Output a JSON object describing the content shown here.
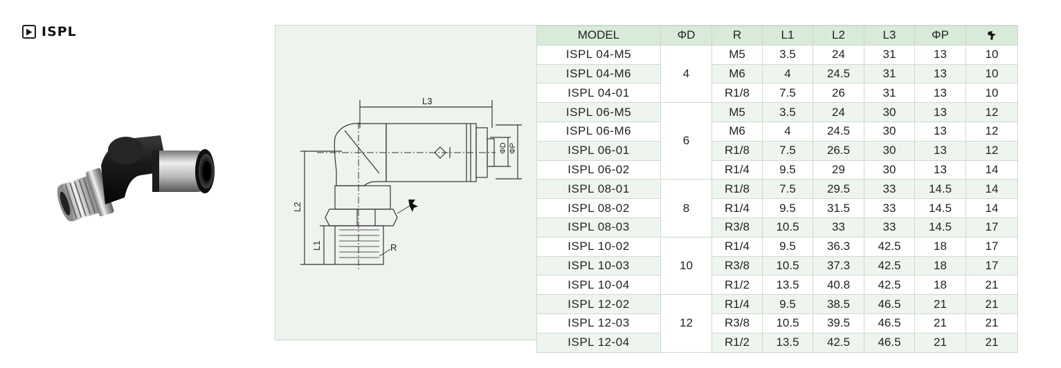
{
  "heading": {
    "icon": "play-icon",
    "label": "ISPL"
  },
  "photo": {
    "icon": "elbow-fitting-photo"
  },
  "drawing": {
    "icon": "elbow-fitting-drawing",
    "labels": {
      "l1": "L1",
      "l2": "L2",
      "l3": "L3",
      "r": "R",
      "phi_d": "ΦD",
      "phi_p": "ΦP"
    }
  },
  "table": {
    "headers": [
      "MODEL",
      "ΦD",
      "R",
      "L1",
      "L2",
      "L3",
      "ΦP"
    ],
    "wrench_header_icon": "wrench-icon",
    "groups": [
      {
        "phi_d": "4",
        "rows": [
          {
            "model": "ISPL 04-M5",
            "r": "M5",
            "l1": "3.5",
            "l2": "24",
            "l3": "31",
            "phi_p": "13",
            "wrench": "10"
          },
          {
            "model": "ISPL 04-M6",
            "r": "M6",
            "l1": "4",
            "l2": "24.5",
            "l3": "31",
            "phi_p": "13",
            "wrench": "10"
          },
          {
            "model": "ISPL 04-01",
            "r": "R1/8",
            "l1": "7.5",
            "l2": "26",
            "l3": "31",
            "phi_p": "13",
            "wrench": "10"
          }
        ]
      },
      {
        "phi_d": "6",
        "rows": [
          {
            "model": "ISPL 06-M5",
            "r": "M5",
            "l1": "3.5",
            "l2": "24",
            "l3": "30",
            "phi_p": "13",
            "wrench": "12"
          },
          {
            "model": "ISPL 06-M6",
            "r": "M6",
            "l1": "4",
            "l2": "24.5",
            "l3": "30",
            "phi_p": "13",
            "wrench": "12"
          },
          {
            "model": "ISPL 06-01",
            "r": "R1/8",
            "l1": "7.5",
            "l2": "26.5",
            "l3": "30",
            "phi_p": "13",
            "wrench": "12"
          },
          {
            "model": "ISPL 06-02",
            "r": "R1/4",
            "l1": "9.5",
            "l2": "29",
            "l3": "30",
            "phi_p": "13",
            "wrench": "14"
          }
        ]
      },
      {
        "phi_d": "8",
        "rows": [
          {
            "model": "ISPL 08-01",
            "r": "R1/8",
            "l1": "7.5",
            "l2": "29.5",
            "l3": "33",
            "phi_p": "14.5",
            "wrench": "14"
          },
          {
            "model": "ISPL 08-02",
            "r": "R1/4",
            "l1": "9.5",
            "l2": "31.5",
            "l3": "33",
            "phi_p": "14.5",
            "wrench": "14"
          },
          {
            "model": "ISPL 08-03",
            "r": "R3/8",
            "l1": "10.5",
            "l2": "33",
            "l3": "33",
            "phi_p": "14.5",
            "wrench": "17"
          }
        ]
      },
      {
        "phi_d": "10",
        "rows": [
          {
            "model": "ISPL 10-02",
            "r": "R1/4",
            "l1": "9.5",
            "l2": "36.3",
            "l3": "42.5",
            "phi_p": "18",
            "wrench": "17"
          },
          {
            "model": "ISPL 10-03",
            "r": "R3/8",
            "l1": "10.5",
            "l2": "37.3",
            "l3": "42.5",
            "phi_p": "18",
            "wrench": "17"
          },
          {
            "model": "ISPL 10-04",
            "r": "R1/2",
            "l1": "13.5",
            "l2": "40.8",
            "l3": "42.5",
            "phi_p": "18",
            "wrench": "21"
          }
        ]
      },
      {
        "phi_d": "12",
        "rows": [
          {
            "model": "ISPL 12-02",
            "r": "R1/4",
            "l1": "9.5",
            "l2": "38.5",
            "l3": "46.5",
            "phi_p": "21",
            "wrench": "21"
          },
          {
            "model": "ISPL 12-03",
            "r": "R3/8",
            "l1": "10.5",
            "l2": "39.5",
            "l3": "46.5",
            "phi_p": "21",
            "wrench": "21"
          },
          {
            "model": "ISPL 12-04",
            "r": "R1/2",
            "l1": "13.5",
            "l2": "42.5",
            "l3": "46.5",
            "phi_p": "21",
            "wrench": "21"
          }
        ]
      }
    ]
  }
}
